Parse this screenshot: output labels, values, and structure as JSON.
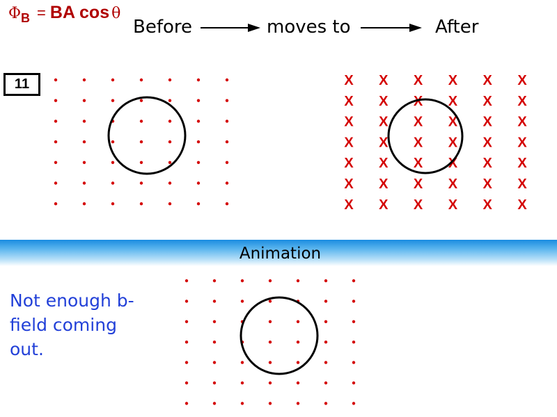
{
  "formula": {
    "phi": "Φ",
    "subscript": "B",
    "equals": "=",
    "product": "BA cos",
    "theta": "θ"
  },
  "header": {
    "before": "Before",
    "middle": "moves to",
    "after": "After"
  },
  "slide_number": "11",
  "animation_label": "Animation",
  "note": "Not enough b-field coming out.",
  "colors": {
    "field_marks": "#d40000",
    "formula": "#b00000",
    "note_text": "#2240d8",
    "band": "#1a8ce0"
  },
  "panels": [
    {
      "name": "before",
      "field_symbol": "dot",
      "rows": 7,
      "cols": 7
    },
    {
      "name": "after",
      "field_symbol": "x",
      "rows": 7,
      "cols": 6,
      "mark": "X"
    },
    {
      "name": "animation",
      "field_symbol": "dot",
      "rows": 7,
      "cols": 7
    }
  ]
}
